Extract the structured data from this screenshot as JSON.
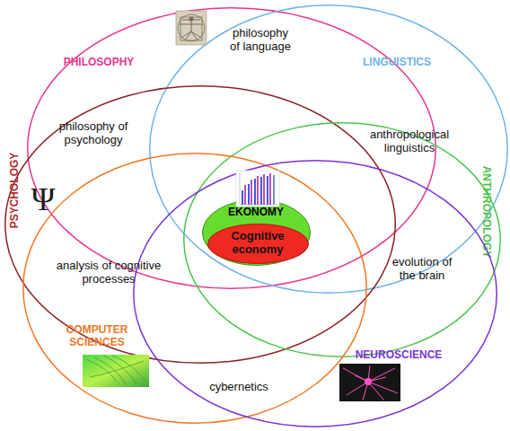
{
  "diagram": {
    "nodes": [
      {
        "text": [
          "PHILOSOPHY"
        ]
      },
      {
        "text": [
          "LINGUISTICS"
        ]
      },
      {
        "text": [
          "PSYCHOLOGY"
        ]
      },
      {
        "text": [
          "ANTHROPOLOGY"
        ]
      },
      {
        "text": [
          "COMPUTER SCIENCES"
        ]
      },
      {
        "text": [
          "NEUROSCIENCE"
        ]
      },
      {
        "text": [
          "EKONOMY"
        ]
      },
      {
        "text": [
          "Cognitive economy"
        ],
        "in": 6
      }
    ],
    "labels": [
      "philosophy of language",
      "philosophy of psychology",
      "anthropological linguistics",
      "Ψ",
      "analysis of cognitive processes",
      "evolution of the brain",
      "cybernetics"
    ]
  }
}
